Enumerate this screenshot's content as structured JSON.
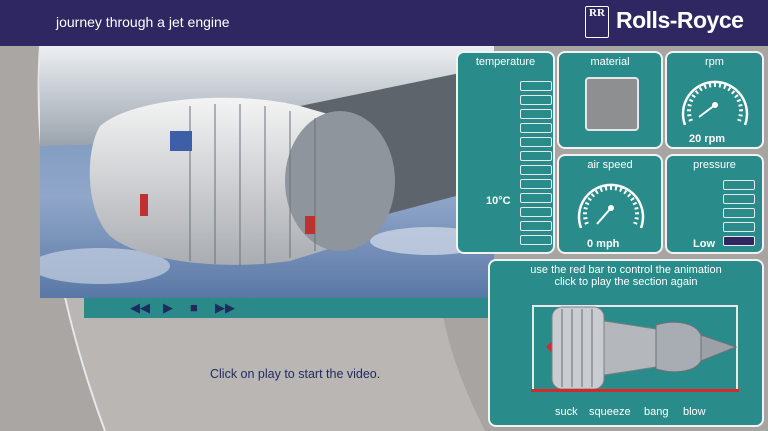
{
  "header": {
    "title": "journey through a jet engine",
    "logo_emblem": "RR",
    "brand": "Rolls-Royce"
  },
  "video": {
    "controls": [
      {
        "name": "rewind-button",
        "glyph": "◀◀"
      },
      {
        "name": "play-button",
        "glyph": "▶"
      },
      {
        "name": "stop-button",
        "glyph": "■"
      },
      {
        "name": "fast-forward-button",
        "glyph": "▶▶"
      }
    ],
    "message": "Click on play to start the video."
  },
  "gauges": {
    "temperature": {
      "label": "temperature",
      "reading": "10°C"
    },
    "material": {
      "label": "material"
    },
    "rpm": {
      "label": "rpm",
      "reading": "20 rpm"
    },
    "air_speed": {
      "label": "air speed",
      "reading": "0 mph"
    },
    "pressure": {
      "label": "pressure",
      "reading": "Low"
    }
  },
  "animation": {
    "instruction_line1": "use the red bar to control the animation",
    "instruction_line2": "click to play the section again",
    "sections": [
      "suck",
      "squeeze",
      "bang",
      "blow"
    ]
  },
  "colors": {
    "header": "#2e2762",
    "panel": "#2a8b8b",
    "background": "#b9b6b4",
    "accent_red": "#d42a2a"
  }
}
